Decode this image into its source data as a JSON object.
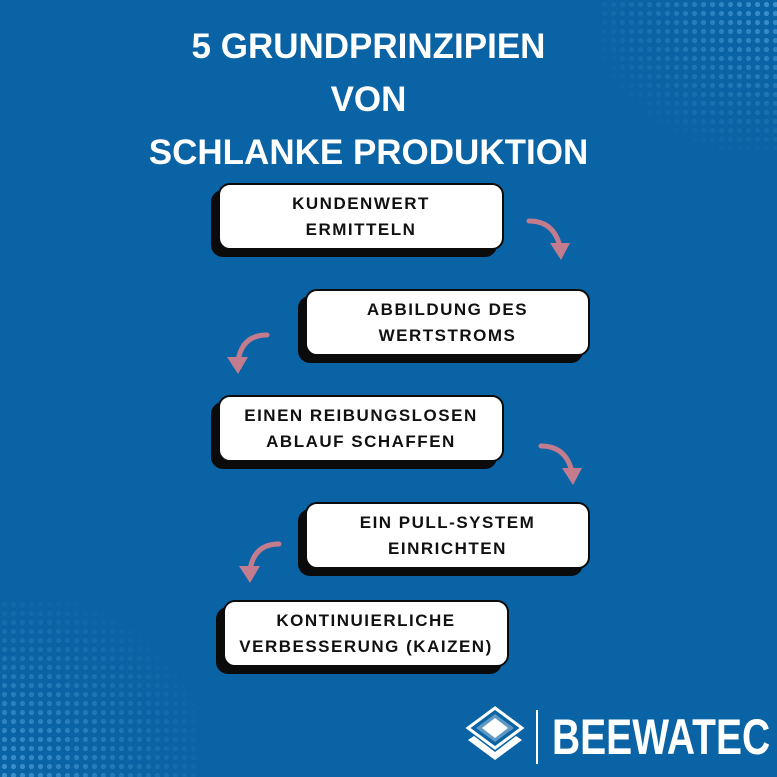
{
  "title": {
    "line1": "5 GRUNDPRINZIPIEN",
    "line2": "VON",
    "line3": "SCHLANKE PRODUKTION"
  },
  "steps": [
    {
      "label": "KUNDENWERT\nERMITTELN"
    },
    {
      "label": "ABBILDUNG DES\nWERTSTROMS"
    },
    {
      "label": "EINEN REIBUNGSLOSEN\nABLAUF SCHAFFEN"
    },
    {
      "label": "EIN PULL-SYSTEM\nEINRICHTEN"
    },
    {
      "label": "KONTINUIERLICHE\nVERBESSERUNG (KAIZEN)"
    }
  ],
  "brand": {
    "name": "BEEWATEC"
  },
  "colors": {
    "background": "#0a63a4",
    "box": "#ffffff",
    "shadow": "#0b0b0b",
    "arrow": "#c27c8e",
    "text": "#111111"
  },
  "icons": {
    "arrow": "curved-arrow-icon",
    "logo": "beewatec-logo-icon",
    "pattern": "halftone-dots"
  }
}
